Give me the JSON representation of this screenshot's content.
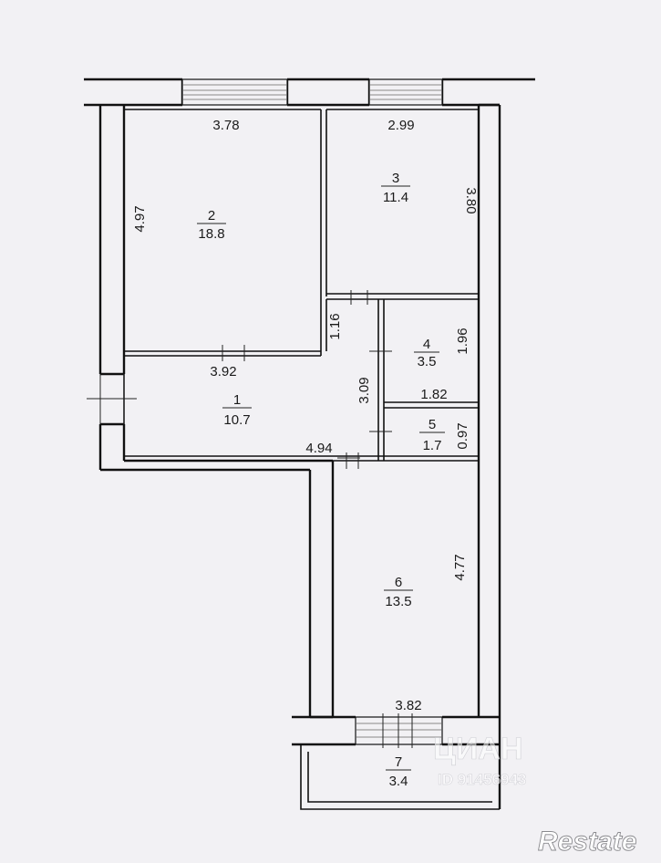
{
  "rooms": [
    {
      "id": "1",
      "number": "1",
      "area": "10.7"
    },
    {
      "id": "2",
      "number": "2",
      "area": "18.8"
    },
    {
      "id": "3",
      "number": "3",
      "area": "11.4"
    },
    {
      "id": "4",
      "number": "4",
      "area": "3.5"
    },
    {
      "id": "5",
      "number": "5",
      "area": "1.7"
    },
    {
      "id": "6",
      "number": "6",
      "area": "13.5"
    },
    {
      "id": "7",
      "number": "7",
      "area": "3.4"
    }
  ],
  "dimensions": {
    "room2_width": "3.78",
    "room2_height": "4.97",
    "room2_bottom": "3.92",
    "room3_width": "2.99",
    "room3_height": "3.80",
    "corridor_short": "1.16",
    "corridor_long": "3.09",
    "room4_height": "1.96",
    "room4_width": "1.82",
    "room5_height": "0.97",
    "hall_width": "4.94",
    "room6_height": "4.77",
    "room6_width": "3.82"
  },
  "watermarks": {
    "cian_id": "ID 91456943",
    "restate": "Restate"
  }
}
